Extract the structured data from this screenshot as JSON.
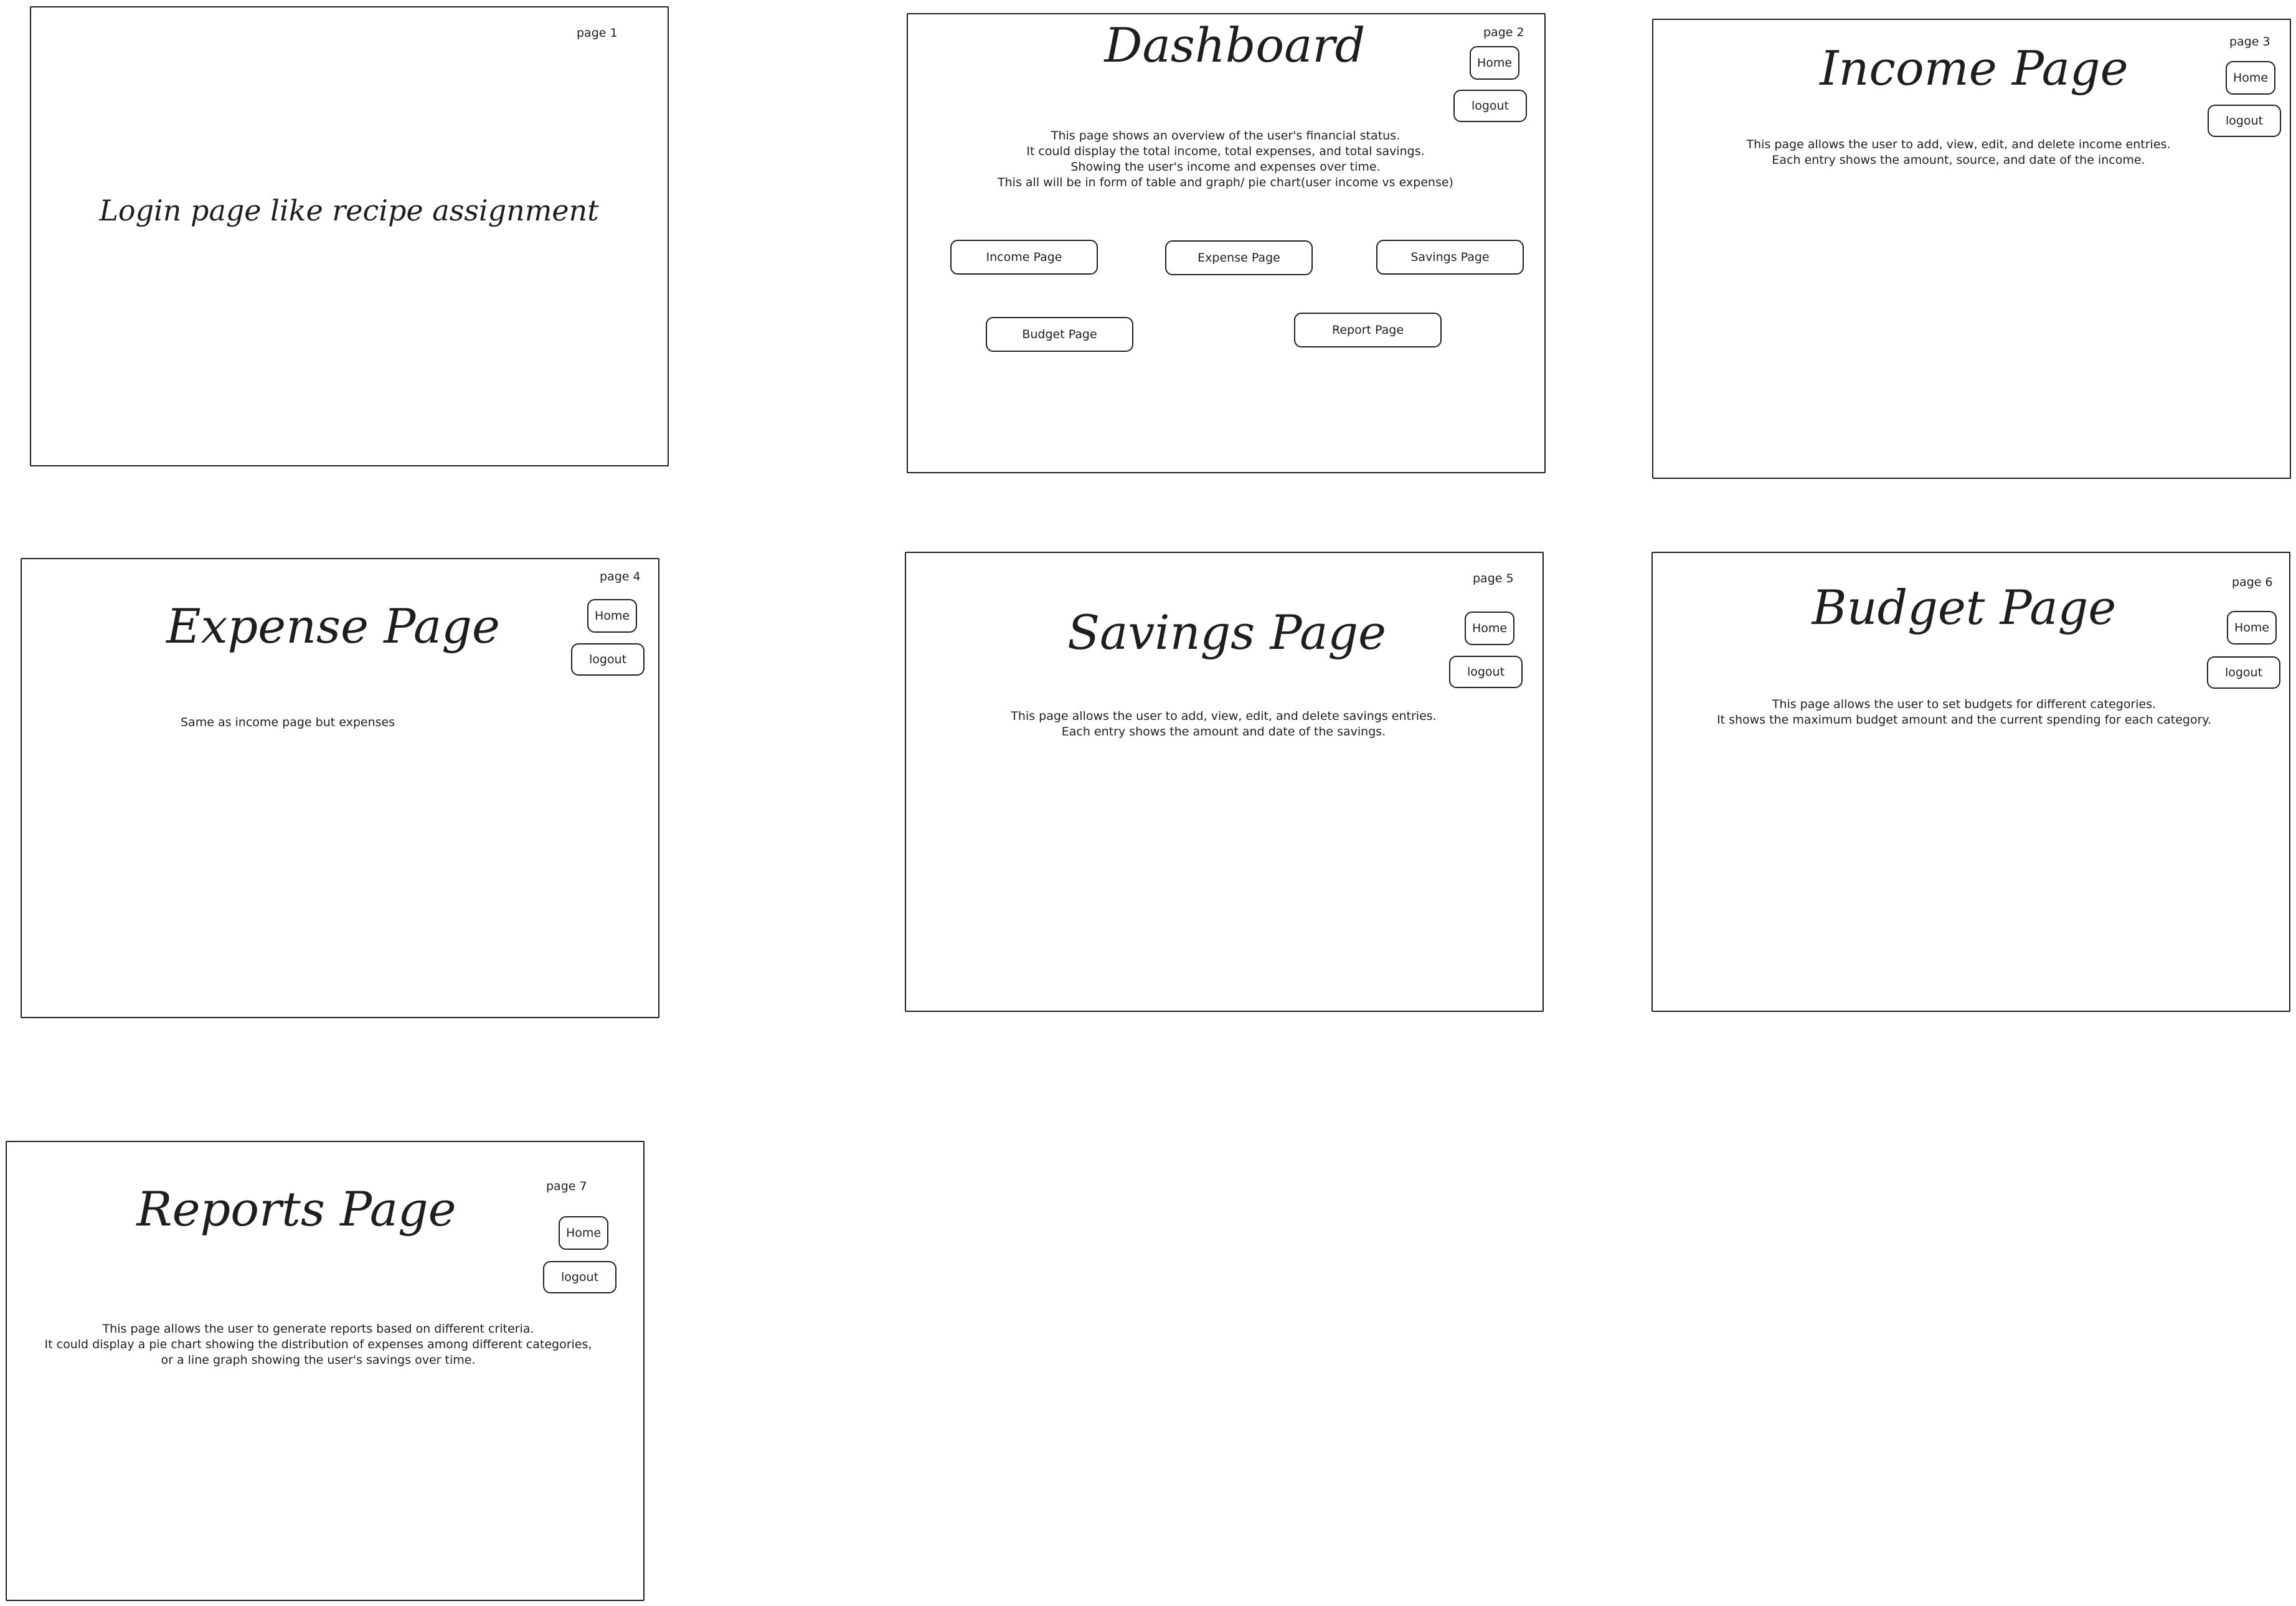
{
  "pages": [
    {
      "page_label": "page 1",
      "heading": "Login page like recipe assignment"
    },
    {
      "page_label": "page 2",
      "title": "Dashboard",
      "home_label": "Home",
      "logout_label": "logout",
      "description": "This page shows an overview of the user's financial status.\nIt could display the total income, total expenses, and total savings.\nShowing the user's income and expenses over time.\nThis all will be in form of table and graph/ pie chart(user income vs expense)",
      "nav_buttons": [
        "Income Page",
        "Expense Page",
        "Savings Page",
        "Budget Page",
        "Report Page"
      ]
    },
    {
      "page_label": "page 3",
      "title": "Income Page",
      "home_label": "Home",
      "logout_label": "logout",
      "description": "This page allows the user to add, view, edit, and delete income entries.\nEach entry shows the amount, source, and date of the income."
    },
    {
      "page_label": "page 4",
      "title": "Expense Page",
      "home_label": "Home",
      "logout_label": "logout",
      "description": "Same as income page but expenses"
    },
    {
      "page_label": "page 5",
      "title": "Savings Page",
      "home_label": "Home",
      "logout_label": "logout",
      "description": "This page allows the user to add, view, edit, and delete savings entries.\nEach entry shows the amount and date of the savings."
    },
    {
      "page_label": "page 6",
      "title": "Budget Page",
      "home_label": "Home",
      "logout_label": "logout",
      "description": "This page allows the user to set budgets for different categories.\nIt shows the maximum budget amount and the current spending for each category."
    },
    {
      "page_label": "page 7",
      "title": "Reports Page",
      "home_label": "Home",
      "logout_label": "logout",
      "description": "This page allows the user to generate reports based on different criteria.\nIt could display a pie chart showing the distribution of expenses among different categories,\nor a line graph showing the user's savings over time."
    }
  ]
}
